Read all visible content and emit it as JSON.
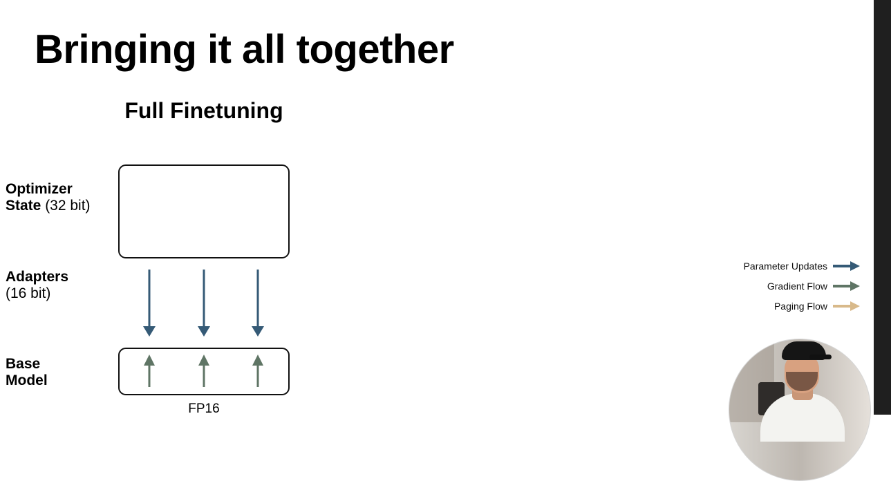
{
  "slide": {
    "title": "Bringing it all together"
  },
  "diagram": {
    "title": "Full Finetuning",
    "rows": {
      "optimizer": {
        "line1": "Optimizer",
        "line2_strong": "State",
        "line2_light": " (32 bit)"
      },
      "adapters": {
        "line1": "Adapters",
        "line2": "(16 bit)"
      },
      "base": {
        "line1": "Base",
        "line2": "Model"
      }
    },
    "base_caption": "FP16"
  },
  "legend": {
    "items": [
      {
        "label": "Parameter Updates",
        "color": "#355a76"
      },
      {
        "label": "Gradient Flow",
        "color": "#5f7565"
      },
      {
        "label": "Paging Flow",
        "color": "#d8b98a"
      }
    ]
  },
  "colors": {
    "parameter_update_arrow": "#355a76",
    "gradient_flow_arrow": "#5f7565",
    "paging_flow_arrow": "#d8b98a",
    "box_border": "#111111",
    "background": "#ffffff"
  }
}
